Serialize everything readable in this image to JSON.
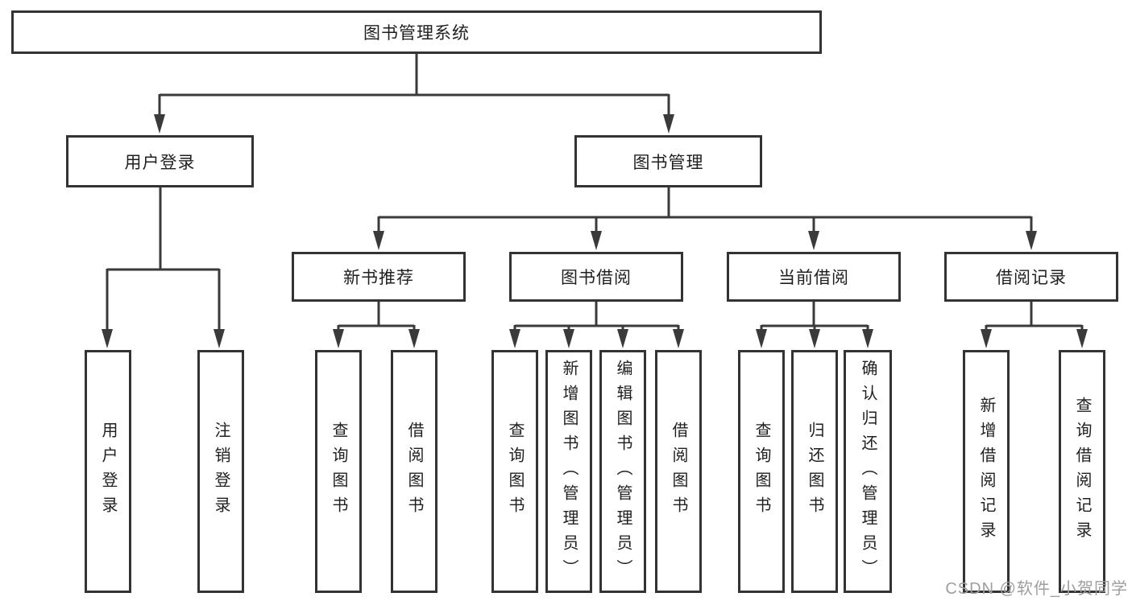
{
  "tree": {
    "label": "图书管理系统",
    "children": [
      {
        "label": "用户登录",
        "children": [
          {
            "label": "用户登录"
          },
          {
            "label": "注销登录"
          }
        ]
      },
      {
        "label": "图书管理",
        "children": [
          {
            "label": "新书推荐",
            "children": [
              {
                "label": "查询图书"
              },
              {
                "label": "借阅图书"
              }
            ]
          },
          {
            "label": "图书借阅",
            "children": [
              {
                "label": "查询图书"
              },
              {
                "label": "新增图书（管理员）"
              },
              {
                "label": "编辑图书（管理员）"
              },
              {
                "label": "借阅图书"
              }
            ]
          },
          {
            "label": "当前借阅",
            "children": [
              {
                "label": "查询图书"
              },
              {
                "label": "归还图书"
              },
              {
                "label": "确认归还（管理员）"
              }
            ]
          },
          {
            "label": "借阅记录",
            "children": [
              {
                "label": "新增借阅记录"
              },
              {
                "label": "查询借阅记录"
              }
            ]
          }
        ]
      }
    ]
  },
  "watermark": "CSDN @软件_小贺同学",
  "colors": {
    "line": "#3a3a3a",
    "border": "#333333",
    "text": "#1f1f1f",
    "watermark": "#9e9e9e",
    "background": "#ffffff"
  }
}
